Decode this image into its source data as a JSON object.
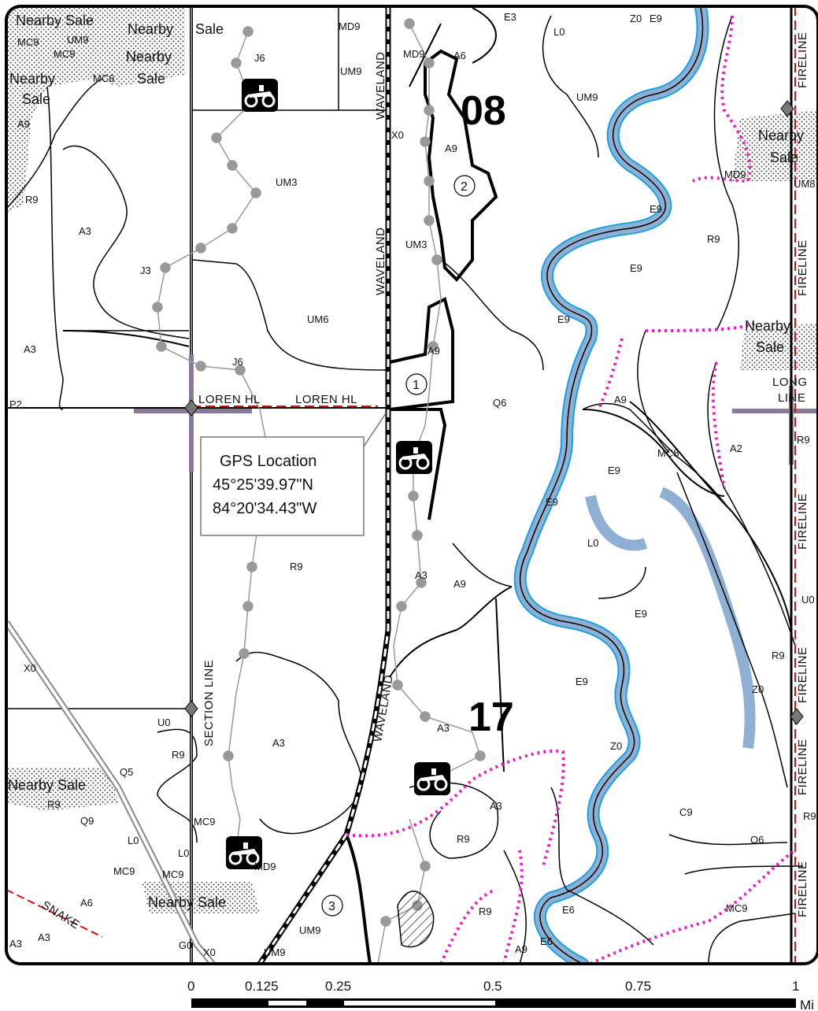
{
  "compartments": {
    "c08": "08",
    "c17": "17"
  },
  "stands": {
    "s1": "1",
    "s2": "2",
    "s3": "3"
  },
  "roads": {
    "waveland": "WAVELAND",
    "loren": "LOREN HL",
    "section_line": "SECTION LINE",
    "fireline": "FIRELINE",
    "snake": "SNAKE",
    "long_line_1": "LONG",
    "long_line_2": "LINE"
  },
  "nearby_sale": "Nearby Sale",
  "nearby": "Nearby",
  "sale": "Sale",
  "gps": {
    "title": "GPS Location",
    "lat": "45°25'39.97\"N",
    "lon": "84°20'34.43\"W"
  },
  "stand_codes": {
    "mc9": "MC9",
    "um9": "UM9",
    "mc6": "MC6",
    "a9": "A9",
    "r9": "R9",
    "a3": "A3",
    "j3": "J3",
    "j6": "J6",
    "um3": "UM3",
    "um6": "UM6",
    "md9": "MD9",
    "a6": "A6",
    "e3": "E3",
    "x0": "X0",
    "l0": "L0",
    "z0": "Z0",
    "e9": "E9",
    "q6": "Q6",
    "a2": "A2",
    "mc8": "MC8",
    "p2": "P2",
    "u0": "U0",
    "q5": "Q5",
    "q9": "Q9",
    "c9": "C9",
    "o6": "O6",
    "e6": "E6",
    "g0": "G0",
    "um8": "UM8"
  },
  "scale": {
    "ticks": [
      "0",
      "0.125",
      "0.25",
      "0.5",
      "0.75",
      "1"
    ],
    "unit": "Mi"
  },
  "colors": {
    "water": "#8fb0d3",
    "water_edge": "#1aa0e0",
    "boundary_pink": "#e020c0",
    "fireline_red": "#d01010",
    "trail_gray": "#999999",
    "stipple": "#444444"
  }
}
